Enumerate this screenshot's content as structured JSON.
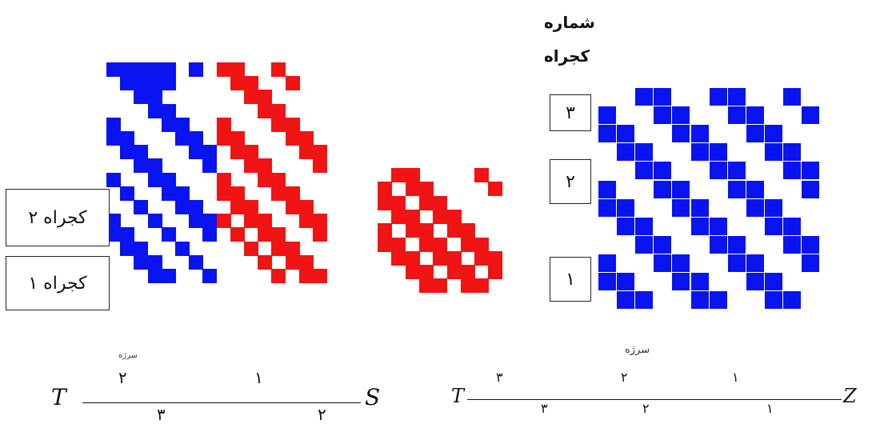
{
  "titles": {
    "line1": "شماره",
    "line2": "کجراه"
  },
  "left_labels": {
    "upper": "کجراه ۲",
    "lower": "کجراه ۱"
  },
  "right_labels": {
    "top": "۳",
    "middle": "۲",
    "bottom": "۱"
  },
  "colors": {
    "blue": "#0a14f0",
    "red": "#f01414"
  },
  "left_diagram": {
    "caption": "سرژه",
    "start": "T",
    "end": "S",
    "top_numbers": [
      "۲",
      "۱"
    ],
    "bottom_numbers": [
      "۳",
      "۲"
    ]
  },
  "right_diagram": {
    "caption": "سرژه",
    "start": "T",
    "end": "Z",
    "top_numbers": [
      "۳",
      "۲",
      "۱"
    ],
    "bottom_numbers": [
      "۳",
      "۲",
      "۱"
    ]
  }
}
